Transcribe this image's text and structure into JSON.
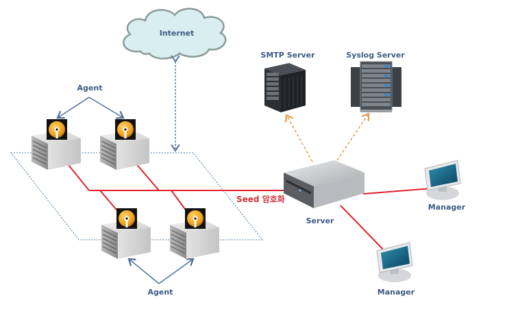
{
  "diagram": {
    "labels": {
      "internet": "Internet",
      "smtp_server": "SMTP Server",
      "syslog_server": "Syslog Server",
      "agent_top": "Agent",
      "agent_bottom": "Agent",
      "seed_encryption": "Seed 암호화",
      "server": "Server",
      "manager_right": "Manager",
      "manager_bottom": "Manager"
    },
    "nodes": [
      {
        "id": "internet",
        "type": "cloud",
        "label": "Internet"
      },
      {
        "id": "smtp",
        "type": "tower-server",
        "label": "SMTP Server"
      },
      {
        "id": "syslog",
        "type": "rack-server",
        "label": "Syslog Server"
      },
      {
        "id": "server",
        "type": "server",
        "label": "Server"
      },
      {
        "id": "agent1",
        "type": "agent-server",
        "group": "Agent"
      },
      {
        "id": "agent2",
        "type": "agent-server",
        "group": "Agent"
      },
      {
        "id": "agent3",
        "type": "agent-server",
        "group": "Agent"
      },
      {
        "id": "agent4",
        "type": "agent-server",
        "group": "Agent"
      },
      {
        "id": "manager1",
        "type": "monitor",
        "label": "Manager"
      },
      {
        "id": "manager2",
        "type": "monitor",
        "label": "Manager"
      }
    ],
    "edges": [
      {
        "from": "internet",
        "to": "agent-network",
        "style": "dashed-blue",
        "direction": "both"
      },
      {
        "from": "server",
        "to": "smtp",
        "style": "dashed-orange",
        "direction": "forward"
      },
      {
        "from": "server",
        "to": "syslog",
        "style": "dashed-orange",
        "direction": "forward"
      },
      {
        "from": "agent-network",
        "to": "server",
        "style": "solid-red",
        "label": "Seed 암호화"
      },
      {
        "from": "server",
        "to": "manager1",
        "style": "solid-red"
      },
      {
        "from": "server",
        "to": "manager2",
        "style": "solid-red"
      }
    ],
    "colors": {
      "label_text": "#3d5a86",
      "link_red": "#e0202a",
      "dashed_orange": "#e89a4a",
      "network_dotted": "#6d8fb8",
      "cloud_fill": "#d9eef0",
      "cloud_stroke": "#8a9a98",
      "agent_badge": "#f2a81d"
    }
  }
}
